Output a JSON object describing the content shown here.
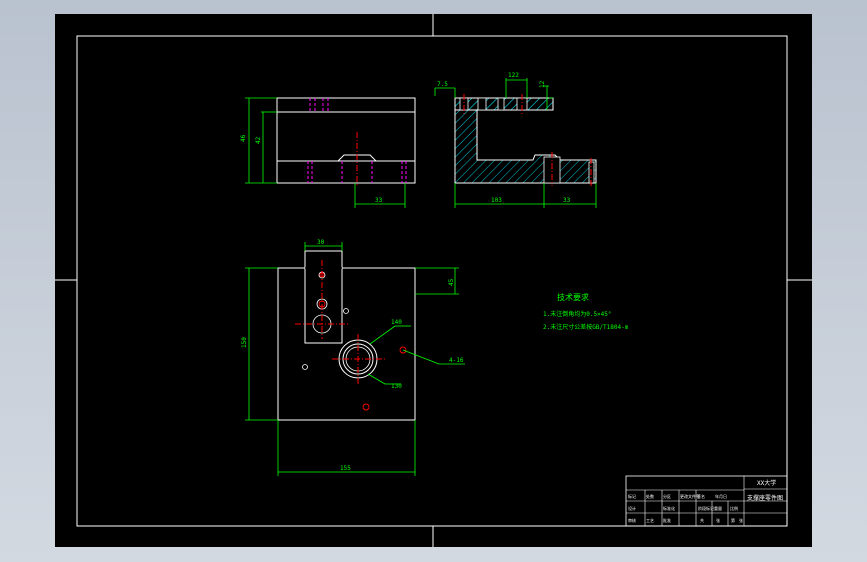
{
  "colors": {
    "background": "#000000",
    "outline": "#ffffff",
    "dimension": "#00ff00",
    "centerline": "#ff0000",
    "hidden": "#ff00ff",
    "hatch": "#00c8d8",
    "viewport": "#c5cdd8"
  },
  "front_view": {
    "dims": {
      "height_total": "46",
      "height_inner": "42",
      "width_bottom": "33"
    }
  },
  "side_view": {
    "dims": {
      "left_offset": "7.5",
      "top_width": "122",
      "top_height": "12",
      "bottom_left": "103",
      "bottom_right": "33"
    }
  },
  "top_view": {
    "dims": {
      "slot_width": "30",
      "overall_width": "155",
      "overall_height": "150",
      "right_offset": "45",
      "diam_outer": "140",
      "diam_inner": "130",
      "holes": "4-16"
    }
  },
  "notes": {
    "title": "技术要求",
    "line1": "1.未注倒角均为0.5×45°",
    "line2": "2.未注尺寸公差按GB/T1804-m"
  },
  "title_block": {
    "school": "XX大学",
    "drawing_name": "支撑座零件图",
    "row_labels": [
      "标记",
      "处数",
      "分区",
      "更改文件号",
      "签名",
      "年月日"
    ],
    "sign_labels": [
      "设计",
      "标准化",
      "审核",
      "工艺",
      "批准"
    ],
    "stage_labels": [
      "阶段标记",
      "重量",
      "比例"
    ],
    "sheet_labels": [
      "共",
      "张",
      "第",
      "张"
    ]
  }
}
